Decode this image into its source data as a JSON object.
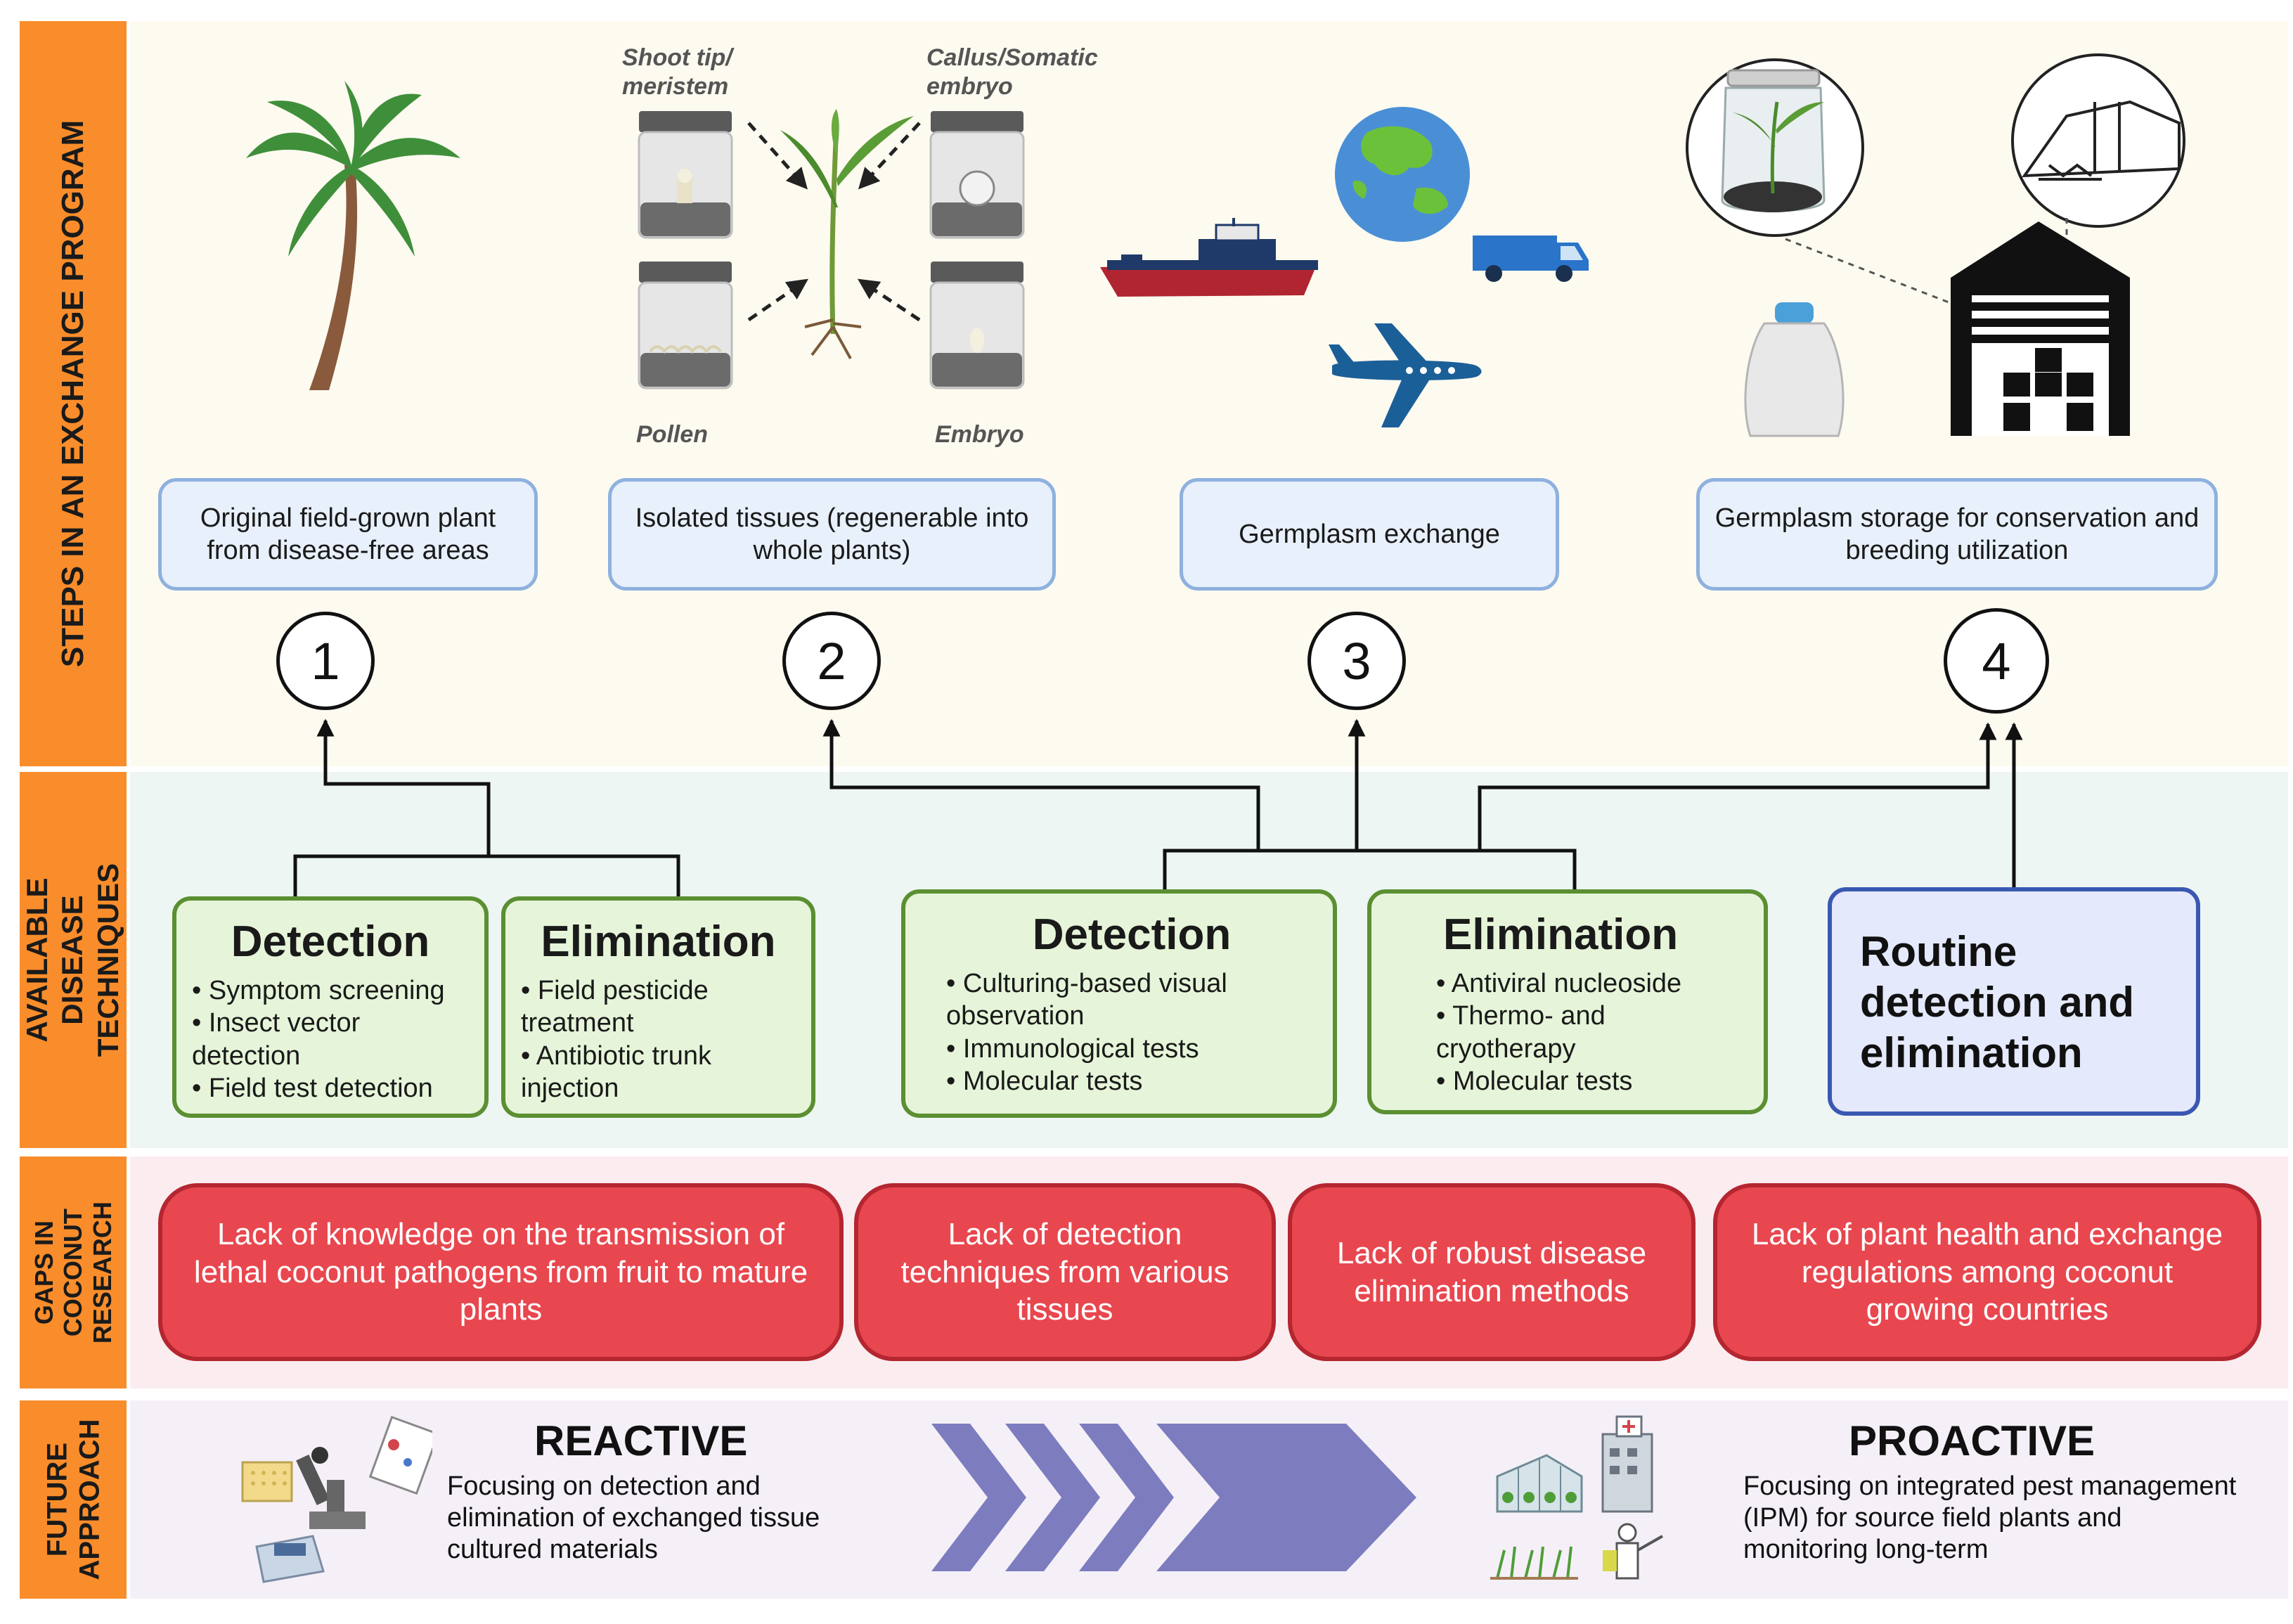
{
  "side_labels": {
    "steps": "STEPS IN AN EXCHANGE PROGRAM",
    "techniques": "AVAILABLE DISEASE TECHNIQUES",
    "gaps": "GAPS IN COCONUT RESEARCH",
    "future": "FUTURE APPROACH"
  },
  "tissue_labels": {
    "shoot_tip": "Shoot tip/ meristem",
    "callus": "Callus/Somatic embryo",
    "pollen": "Pollen",
    "embryo": "Embryo"
  },
  "steps": [
    {
      "number": "1",
      "label": "Original field-grown plant from disease-free areas"
    },
    {
      "number": "2",
      "label": "Isolated tissues (regenerable into whole plants)"
    },
    {
      "number": "3",
      "label": "Germplasm exchange"
    },
    {
      "number": "4",
      "label": "Germplasm storage for conservation and breeding utilization"
    }
  ],
  "techniques": {
    "left_detection": {
      "title": "Detection",
      "items": [
        "• Symptom screening",
        "• Insect vector detection",
        "• Field test detection"
      ]
    },
    "left_elimination": {
      "title": "Elimination",
      "items": [
        "•  Field pesticide treatment",
        "• Antibiotic trunk injection"
      ]
    },
    "mid_detection": {
      "title": "Detection",
      "items": [
        "• Culturing-based visual observation",
        "• Immunological tests",
        "• Molecular tests"
      ]
    },
    "mid_elimination": {
      "title": "Elimination",
      "items": [
        "• Antiviral nucleoside",
        "• Thermo- and cryotherapy",
        "• Molecular tests"
      ]
    },
    "routine": {
      "title": "Routine detection and elimination"
    }
  },
  "gaps": [
    "Lack of knowledge on the transmission of lethal coconut pathogens from fruit to mature plants",
    "Lack of detection techniques from various tissues",
    "Lack of robust disease elimination methods",
    "Lack of plant health and exchange regulations among coconut growing countries"
  ],
  "future": {
    "reactive_title": "REACTIVE",
    "reactive_text": "Focusing on detection and elimination of exchanged tissue cultured materials",
    "proactive_title": "PROACTIVE",
    "proactive_text": "Focusing on integrated pest management (IPM) for source field plants and monitoring long-term"
  },
  "colors": {
    "side_orange": "#f98d2c",
    "steps_band": "#fdfaf0",
    "techniques_band": "#edf6f3",
    "gaps_band": "#fbecef",
    "future_band": "#f5f0f7",
    "gap_red": "#e8474f",
    "chevron_purple": "#7c7cbf"
  }
}
